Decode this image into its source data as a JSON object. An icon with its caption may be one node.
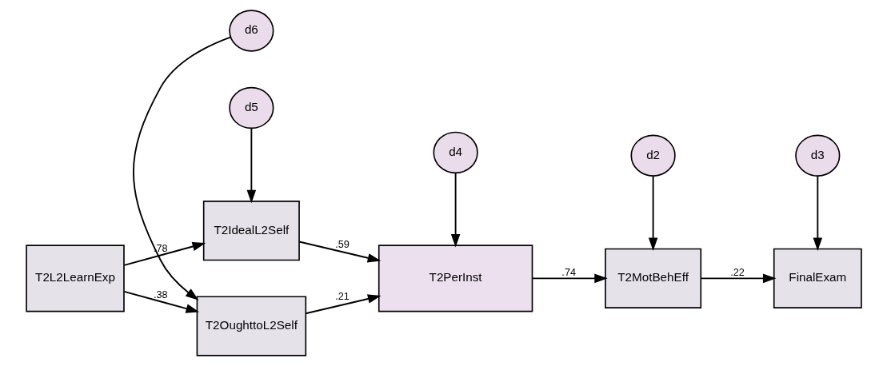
{
  "diagram": {
    "nodes": [
      {
        "text": [
          "T2L2LearnExp"
        ]
      },
      {
        "text": [
          "T2IdealL2Self"
        ]
      },
      {
        "text": [
          "T2OughttoL2Self"
        ]
      },
      {
        "text": [
          "T2PerInst"
        ]
      },
      {
        "text": [
          "T2MotBehEff"
        ]
      },
      {
        "text": [
          "FinalExam"
        ]
      },
      {
        "text": [
          "d5"
        ]
      },
      {
        "text": [
          "d6"
        ]
      },
      {
        "text": [
          "d4"
        ]
      },
      {
        "text": [
          "d2"
        ]
      },
      {
        "text": [
          "d3"
        ]
      }
    ],
    "edges": [
      {
        "from": 0,
        "to": 1,
        "arrow": "to",
        "label": ".78"
      },
      {
        "from": 0,
        "to": 2,
        "arrow": "to",
        "label": ".38"
      },
      {
        "from": 1,
        "to": 3,
        "arrow": "to",
        "label": ".59"
      },
      {
        "from": 2,
        "to": 3,
        "arrow": "to",
        "label": ".21"
      },
      {
        "from": 3,
        "to": 4,
        "arrow": "to",
        "label": ".74"
      },
      {
        "from": 4,
        "to": 5,
        "arrow": "to",
        "label": ".22"
      },
      {
        "from": 6,
        "to": 1,
        "arrow": "to"
      },
      {
        "from": 7,
        "to": 2,
        "arrow": "to"
      },
      {
        "from": 8,
        "to": 3,
        "arrow": "to"
      },
      {
        "from": 9,
        "to": 4,
        "arrow": "to"
      },
      {
        "from": 10,
        "to": 5,
        "arrow": "to"
      }
    ]
  }
}
